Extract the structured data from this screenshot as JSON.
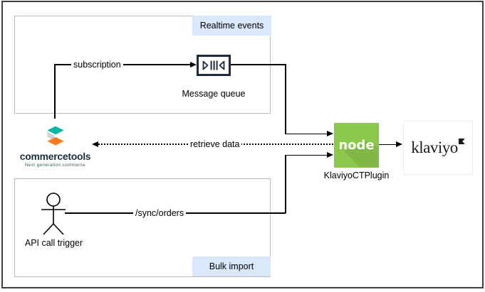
{
  "colors": {
    "frame": "#404040",
    "box_border": "#b9b9b9",
    "label_bg": "#dae8fc",
    "line": "#000000",
    "queue_icon": "#1f2a3c",
    "node_green": "#8cc84b",
    "node_shadow": "#79b63c",
    "node_text": "#ffffff",
    "klaviyo_text": "#1a1a1a",
    "ct_navy": "#1d3040",
    "ct_teal": "#00b8a2",
    "ct_gray": "#d2d2d2",
    "ct_orange": "#ff7a1a",
    "ct_tagline": "#3e5c5c"
  },
  "groups": {
    "realtime": {
      "label": "Realtime events"
    },
    "bulk": {
      "label": "Bulk import"
    }
  },
  "edges": {
    "subscription": {
      "label": "subscription"
    },
    "retrieve": {
      "label": "retrieve data"
    },
    "sync": {
      "label": "/sync/orders"
    }
  },
  "nodes": {
    "message_queue": {
      "label": "Message queue",
      "icon": "message-queue-icon"
    },
    "commercetools": {
      "name": "commercetools",
      "tagline": "Next generation commerce",
      "icon": "commercetools-logo"
    },
    "actor": {
      "label": "API call trigger",
      "icon": "person-icon"
    },
    "plugin": {
      "label": "KlaviyoCTPlugin",
      "logo_text": "node",
      "icon": "nodejs-logo"
    },
    "klaviyo": {
      "label": "klaviyo",
      "icon": "klaviyo-flag-icon"
    }
  }
}
